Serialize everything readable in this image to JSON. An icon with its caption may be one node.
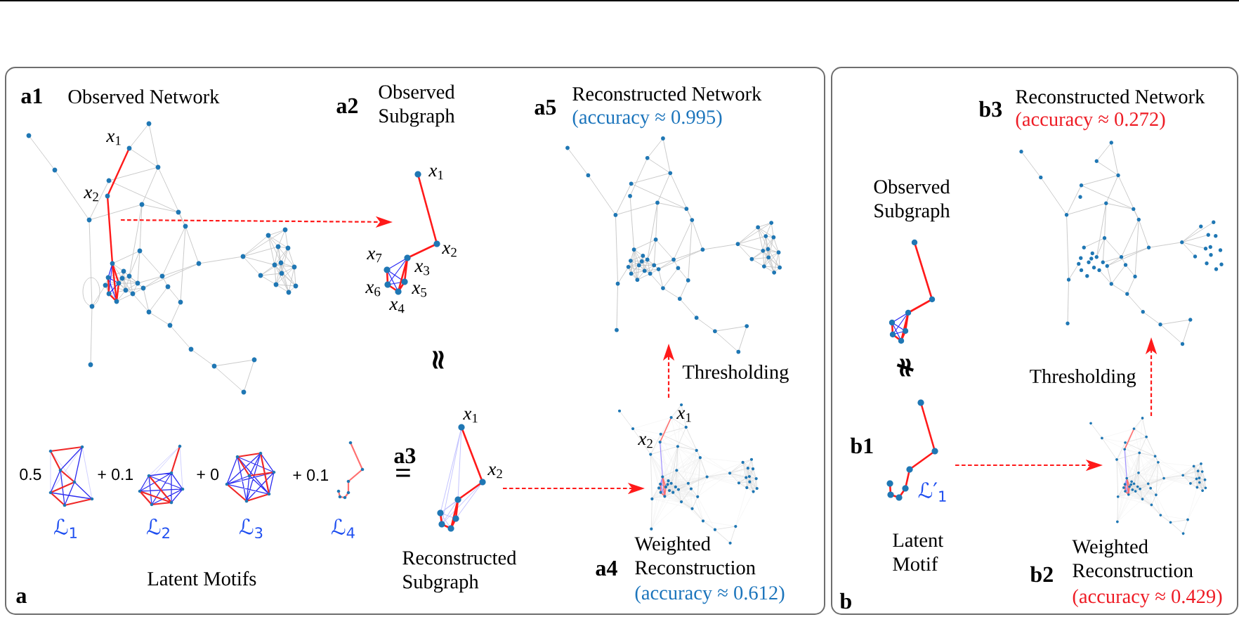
{
  "diagram": {
    "nodes": [
      {
        "text": [
          "a"
        ]
      },
      {
        "text": [
          "a1",
          "Observed Network",
          "*x*$_{1}$",
          "*x*$_{2}$"
        ],
        "in": 0
      },
      {
        "text": [
          "a2",
          "Observed Subgraph",
          "*x*$_{1}$",
          "*x*$_{2}$",
          "*x*$_{7}$",
          "*x*$_{3}$",
          "*x*$_{6}$",
          "*x*$_{5}$",
          "*x*$_{4}$"
        ],
        "in": 0
      },
      {
        "text": [
          "a3",
          "*x*$_{1}$",
          "*x*$_{2}$",
          "Reconstructed Subgraph"
        ],
        "in": 0
      },
      {
        "text": [
          "*x*$_{1}$",
          "*x*$_{2}$",
          "a4",
          "Weighted Reconstruction",
          "(accuracy ≈ 0.612)"
        ],
        "in": 0
      },
      {
        "text": [
          "a5",
          "Reconstructed Network",
          "(accuracy ≈ 0.995)"
        ],
        "in": 0
      },
      {
        "text": [
          "b"
        ]
      },
      {
        "text": [
          "b1",
          "ℒ′$_{1}$",
          "Latent Motif"
        ],
        "in": 6
      },
      {
        "text": [
          "b2",
          "Weighted Reconstruction",
          "(accuracy ≈ 0.429)"
        ],
        "in": 6
      },
      {
        "text": [
          "b3",
          "Reconstructed Network",
          "(accuracy ≈ 0.272)"
        ],
        "in": 6
      }
    ],
    "edges": [
      {
        "from": 1,
        "to": 2,
        "arrow": "to",
        "style": "dashed"
      },
      {
        "from": 3,
        "to": 4,
        "arrow": "to",
        "style": "dashed"
      },
      {
        "from": 4,
        "to": 5,
        "arrow": "to",
        "style": "dashed",
        "label": "Thresholding"
      },
      {
        "from": 7,
        "to": 8,
        "arrow": "to",
        "style": "dashed"
      },
      {
        "from": 8,
        "to": 9,
        "arrow": "to",
        "style": "dashed",
        "label": "Thresholding"
      }
    ],
    "labels": [
      "≈",
      "0.5",
      "+ 0.1",
      "+ 0",
      "+ 0.1",
      "=",
      "ℒ$_{1}$",
      "ℒ$_{2}$",
      "ℒ$_{3}$",
      "ℒ$_{4}$",
      "Latent Motifs",
      "Observed Subgraph",
      "≉"
    ]
  }
}
